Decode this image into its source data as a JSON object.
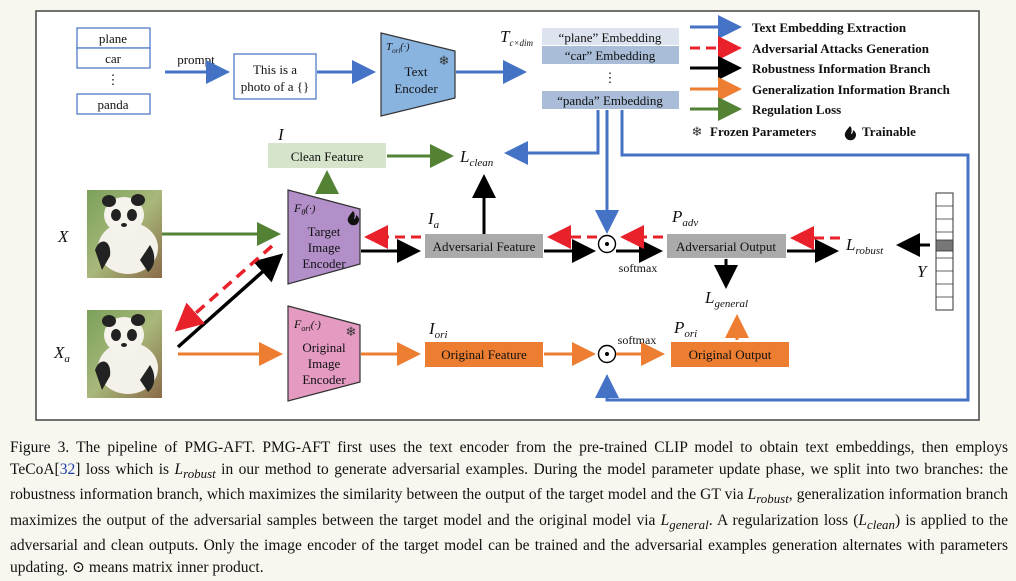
{
  "classes": [
    "plane",
    "car",
    "⋮",
    "panda"
  ],
  "prompt_label": "prompt",
  "prompt_template": [
    "This is a",
    "photo of a {}"
  ],
  "text_encoder": {
    "symbol": "T",
    "sub": "ori",
    "arg": "(·)",
    "name": [
      "Text",
      "Encoder"
    ]
  },
  "embeddings": {
    "symbol": "T",
    "sub": "c×dim",
    "items": [
      "“plane” Embedding",
      "“car” Embedding",
      "⋮",
      "“panda” Embedding"
    ]
  },
  "legend": [
    {
      "label": "Text Embedding Extraction",
      "color": "#4472c4",
      "style": "solid"
    },
    {
      "label": "Adversarial Attacks Generation",
      "color": "#e8212a",
      "style": "dashed"
    },
    {
      "label": "Robustness Information Branch",
      "color": "#000000",
      "style": "solid"
    },
    {
      "label": "Generalization Information Branch",
      "color": "#ed7d31",
      "style": "solid"
    },
    {
      "label": "Regulation Loss",
      "color": "#548235",
      "style": "solid"
    }
  ],
  "legend_frozen": "Frozen Parameters",
  "legend_trainable": "Trainable",
  "clean_feature": {
    "symbol": "I",
    "label": "Clean Feature"
  },
  "l_clean": {
    "symbol": "L",
    "sub": "clean"
  },
  "x_label": "X",
  "xa_label": {
    "symbol": "X",
    "sub": "a"
  },
  "target_encoder": {
    "symbol": "F",
    "sub": "θ",
    "arg": "(·)",
    "name": [
      "Target",
      "Image",
      "Encoder"
    ]
  },
  "original_encoder": {
    "symbol": "F",
    "sub": "ori",
    "arg": "(·)",
    "name": [
      "Original",
      "Image",
      "Encoder"
    ]
  },
  "adv_feature": {
    "symbol": "I",
    "sub": "a",
    "label": "Adversarial Feature"
  },
  "orig_feature": {
    "symbol": "I",
    "sub": "ori",
    "label": "Original Feature"
  },
  "softmax": "softmax",
  "adv_output": {
    "symbol": "P",
    "sub": "adv",
    "label": "Adversarial Output"
  },
  "orig_output": {
    "symbol": "P",
    "sub": "ori",
    "label": "Original Output"
  },
  "l_robust": {
    "symbol": "L",
    "sub": "robust"
  },
  "l_general": {
    "symbol": "L",
    "sub": "general"
  },
  "y_label": "Y",
  "caption": {
    "p1": "Figure 3. The pipeline of PMG-AFT. PMG-AFT first uses the text encoder from the pre-trained CLIP model to obtain text embeddings, then employs TeCoA[",
    "ref": "32",
    "p2": "] loss which is ",
    "m1": "L",
    "m1sub": "robust",
    "p3": " in our method to generate adversarial examples. During the model parameter update phase, we split into two branches: the robustness information branch, which maximizes the similarity between the output of the target model and the GT via ",
    "m2": "L",
    "m2sub": "robust",
    "p4": ", generalization information branch maximizes the output of the adversarial samples between the target model and the original model via ",
    "m3": "L",
    "m3sub": "general",
    "p5": ". A regularization loss (",
    "m4": "L",
    "m4sub": "clean",
    "p6": ") is applied to the adversarial and clean outputs. Only the image encoder of the target model can be trained and the adversarial examples generation alternates with parameters updating. ⊙ means matrix inner product."
  }
}
